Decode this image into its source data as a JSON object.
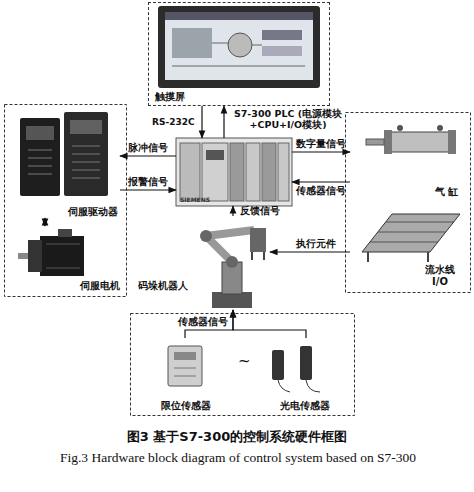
{
  "diagram": {
    "caption": "图3 基于S7-300的控制系统硬件框图",
    "nodes": [
      {
        "text": [
          "触摸屏"
        ]
      },
      {
        "text": [
          "S7-300 PLC (电源模块+CPU+I/O模块)"
        ]
      },
      {
        "text": [
          "伺服驱动器"
        ]
      },
      {
        "text": [
          "伺服电机"
        ]
      },
      {
        "text": [
          "气 缸"
        ]
      },
      {
        "text": [
          "流水线 I/O"
        ]
      },
      {
        "text": [
          "码垛机器人"
        ]
      },
      {
        "text": [
          "限位传感器"
        ]
      },
      {
        "text": [
          "光电传感器"
        ]
      }
    ],
    "edges": [
      {
        "from": 0,
        "to": 1,
        "arrow": "to",
        "label": "RS-232C"
      },
      {
        "from": 1,
        "to": 0,
        "arrow": "to"
      },
      {
        "from": 1,
        "to": 2,
        "arrow": "to",
        "label": "脉冲信号"
      },
      {
        "from": 2,
        "to": 1,
        "arrow": "to",
        "label": "报警信号"
      },
      {
        "from": 2,
        "to": 3,
        "arrow": "both"
      },
      {
        "from": 1,
        "to": 4,
        "arrow": "to",
        "label": "数字量信号"
      },
      {
        "from": 4,
        "to": 1,
        "arrow": "to",
        "label": "传感器信号"
      },
      {
        "from": 6,
        "to": 1,
        "arrow": "to",
        "label": "反馈信号"
      },
      {
        "from": 5,
        "to": 6,
        "arrow": "to",
        "label": "执行元件"
      },
      {
        "from": 7,
        "to": 6,
        "arrow": "to",
        "label": "传感器信号"
      },
      {
        "from": 8,
        "to": 6,
        "arrow": "to"
      }
    ],
    "labels": [
      "~",
      "SIEMENS",
      "Fig.3 Hardware block diagram of control system based on S7-300"
    ]
  }
}
